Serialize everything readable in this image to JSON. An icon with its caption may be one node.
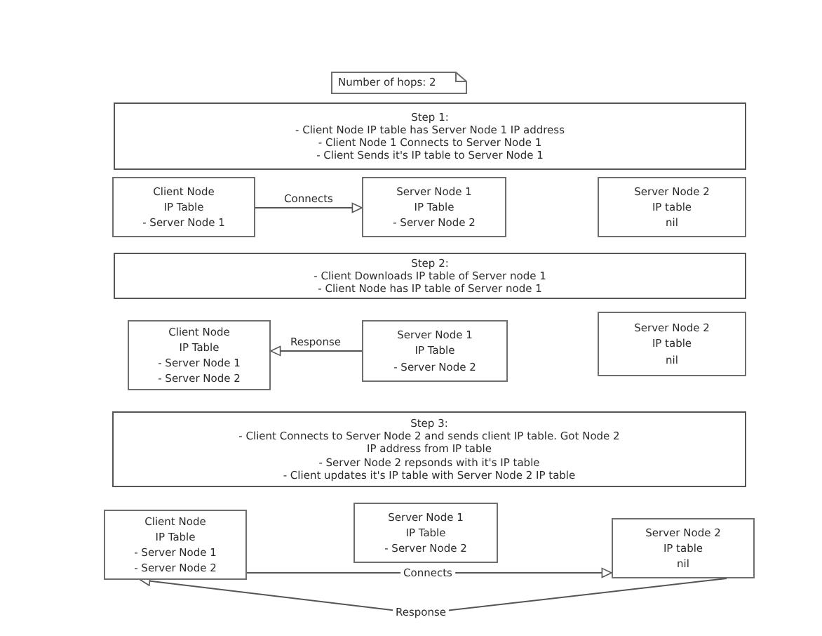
{
  "diagram": {
    "nodes": [
      {
        "text": [
          "Number of hops: 2"
        ]
      },
      {
        "text": [
          "Step 1:",
          "- Client Node IP table has Server Node 1 IP address",
          "- Client Node 1 Connects to Server Node 1",
          "- Client Sends it's IP table to Server Node 1"
        ]
      },
      {
        "text": [
          "Client Node",
          "IP Table",
          "- Server Node 1"
        ]
      },
      {
        "text": [
          "Server Node 1",
          "IP Table",
          "- Server Node 2"
        ]
      },
      {
        "text": [
          "Server Node 2",
          "IP table",
          "nil"
        ]
      },
      {
        "text": [
          "Step 2:",
          "- Client Downloads IP table of Server node 1",
          "- Client Node has IP table of Server node 1"
        ]
      },
      {
        "text": [
          "Client Node",
          "IP Table",
          "- Server Node 1",
          "- Server Node 2"
        ]
      },
      {
        "text": [
          "Server Node 1",
          "IP Table",
          "- Server Node 2"
        ]
      },
      {
        "text": [
          "Server Node 2",
          "IP table",
          "nil"
        ]
      },
      {
        "text": [
          "Step 3:",
          "- Client Connects to Server Node 2 and sends client IP table. Got Node 2 IP address from IP table",
          "- Server Node 2 repsonds with it's IP table",
          "- Client updates it's IP table with Server Node 2 IP table"
        ]
      },
      {
        "text": [
          "Client Node",
          "IP Table",
          "- Server Node 1",
          "- Server Node 2"
        ]
      },
      {
        "text": [
          "Server Node 1",
          "IP Table",
          "- Server Node 2"
        ]
      },
      {
        "text": [
          "Server Node 2",
          "IP table",
          "nil"
        ]
      }
    ],
    "edges": [
      {
        "from": 2,
        "to": 3,
        "arrow": "to",
        "label": "Connects"
      },
      {
        "from": 7,
        "to": 6,
        "arrow": "to",
        "label": "Response"
      },
      {
        "from": 10,
        "to": 12,
        "arrow": "to",
        "label": "Connects"
      },
      {
        "from": 12,
        "to": 10,
        "arrow": "to",
        "label": "Response"
      }
    ]
  }
}
